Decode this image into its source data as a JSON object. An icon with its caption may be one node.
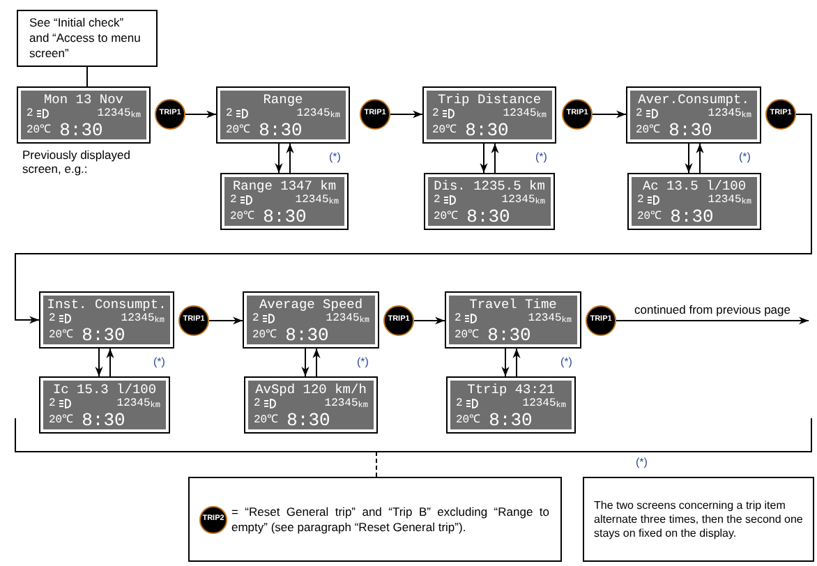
{
  "diagram": {
    "nodes": [
      {
        "text": [
          "See “Initial check” and “Access to menu screen”"
        ]
      },
      {
        "text": [
          "Mon 13 Nov",
          "2",
          "12345$_{km}$",
          "20℃",
          "8:30"
        ],
        "beside": [
          "Previously displayed screen, e.g.:"
        ]
      },
      {
        "text": [
          "TRIP1"
        ]
      },
      {
        "text": [
          "Range",
          "2",
          "12345$_{km}$",
          "20℃",
          "8:30"
        ]
      },
      {
        "text": [
          "Range 1347 km",
          "2",
          "12345$_{km}$",
          "20℃",
          "8:30"
        ]
      },
      {
        "text": [
          "TRIP1"
        ]
      },
      {
        "text": [
          "Trip Distance",
          "2",
          "12345$_{km}$",
          "20℃",
          "8:30"
        ]
      },
      {
        "text": [
          "Dis. 1235.5 km",
          "2",
          "12345$_{km}$",
          "20℃",
          "8:30"
        ]
      },
      {
        "text": [
          "TRIP1"
        ]
      },
      {
        "text": [
          "Aver.Consumpt.",
          "2",
          "12345$_{km}$",
          "20℃",
          "8:30"
        ]
      },
      {
        "text": [
          "Ac 13.5 l/100",
          "2",
          "12345$_{km}$",
          "20℃",
          "8:30"
        ]
      },
      {
        "text": [
          "TRIP1"
        ]
      },
      {
        "text": [
          "Inst. Consumpt.",
          "2",
          "12345$_{km}$",
          "20℃",
          "8:30"
        ]
      },
      {
        "text": [
          "Ic 15.3 l/100",
          "2",
          "12345$_{km}$",
          "20℃",
          "8:30"
        ]
      },
      {
        "text": [
          "TRIP1"
        ]
      },
      {
        "text": [
          "Average Speed",
          "2",
          "12345$_{km}$",
          "20℃",
          "8:30"
        ]
      },
      {
        "text": [
          "AvSpd 120 km/h",
          "2",
          "12345$_{km}$",
          "20℃",
          "8:30"
        ]
      },
      {
        "text": [
          "TRIP1"
        ]
      },
      {
        "text": [
          "Travel Time",
          "2",
          "12345$_{km}$",
          "20℃",
          "8:30"
        ]
      },
      {
        "text": [
          "Ttrip 43:21",
          "2",
          "12345$_{km}$",
          "20℃",
          "8:30"
        ]
      },
      {
        "text": [
          "TRIP1"
        ]
      },
      {
        "text": [
          "= “Reset General trip” and “Trip B” excluding “Range to empty” (see paragraph “Reset General trip”)."
        ]
      },
      {
        "text": [
          "TRIP2"
        ],
        "in": 21
      },
      {
        "text": [
          "The two screens concerning a trip item alternate three times, then the second one stays on fixed on the display."
        ],
        "beside": [
          "(*)"
        ]
      }
    ],
    "edges": [
      {
        "from": 0,
        "to": 1,
        "arrow": "none"
      },
      {
        "from": 2,
        "to": 3,
        "arrow": "to"
      },
      {
        "from": 3,
        "to": 4,
        "arrow": "to"
      },
      {
        "from": 4,
        "to": 3,
        "arrow": "to"
      },
      {
        "from": 5,
        "to": 6,
        "arrow": "to"
      },
      {
        "from": 6,
        "to": 7,
        "arrow": "to"
      },
      {
        "from": 7,
        "to": 6,
        "arrow": "to"
      },
      {
        "from": 8,
        "to": 9,
        "arrow": "to"
      },
      {
        "from": 9,
        "to": 10,
        "arrow": "to"
      },
      {
        "from": 10,
        "to": 9,
        "arrow": "to"
      },
      {
        "from": 11,
        "to": 12,
        "arrow": "to"
      },
      {
        "from": 12,
        "to": 13,
        "arrow": "to"
      },
      {
        "from": 13,
        "to": 12,
        "arrow": "to"
      },
      {
        "from": 14,
        "to": 15,
        "arrow": "to"
      },
      {
        "from": 15,
        "to": 16,
        "arrow": "to"
      },
      {
        "from": 16,
        "to": 15,
        "arrow": "to"
      },
      {
        "from": 17,
        "to": 18,
        "arrow": "to"
      },
      {
        "from": 18,
        "to": 19,
        "arrow": "to"
      },
      {
        "from": 19,
        "to": 18,
        "arrow": "to"
      },
      {
        "from": 20,
        "to": null,
        "arrow": "to",
        "label": "continued from previous page"
      }
    ],
    "labels": [
      "(*)",
      "(*)",
      "(*)",
      "(*)",
      "(*)",
      "(*)"
    ]
  }
}
